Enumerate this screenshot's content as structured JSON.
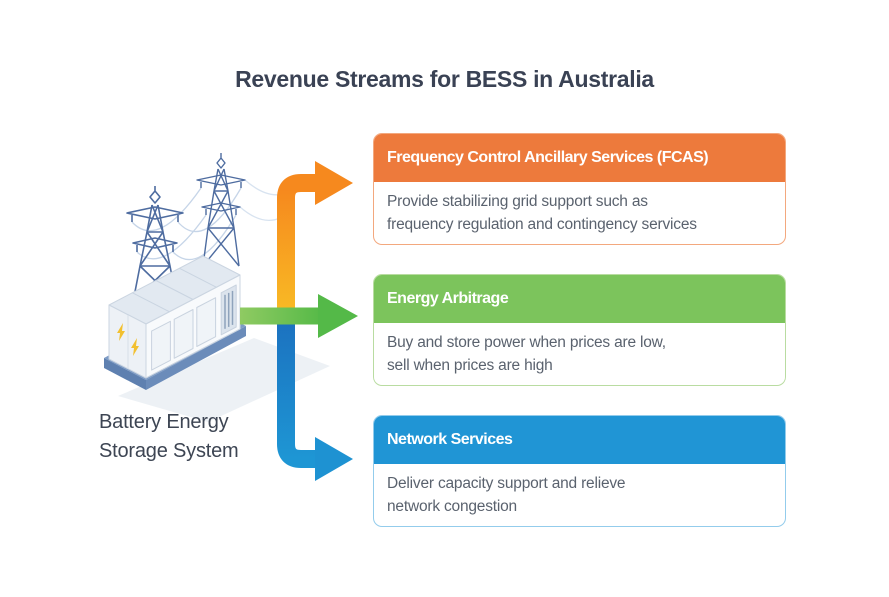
{
  "title": "Revenue Streams for BESS in Australia",
  "source": {
    "label": "Battery Energy Storage System"
  },
  "streams": [
    {
      "id": "fcas",
      "label": "Frequency Control Ancillary Services (FCAS)",
      "description": "Provide stabilizing grid support such as\nfrequency regulation and contingency services",
      "accent_color": "#ED7A3C",
      "border_color": "#F3A87E",
      "arrow_color": "#F6891E"
    },
    {
      "id": "energy-arbitrage",
      "label": "Energy Arbitrage",
      "description": "Buy and store power when prices are low,\nsell when prices are high",
      "accent_color": "#7CC45C",
      "border_color": "#B9DCA1",
      "arrow_color": "#57BA48"
    },
    {
      "id": "network-services",
      "label": "Network Services",
      "description": "Deliver capacity support and relieve\nnetwork congestion",
      "accent_color": "#2095D5",
      "border_color": "#93CCEC",
      "arrow_color": "#1C74C0"
    }
  ],
  "colors": {
    "background": "#FFFFFF",
    "title_text": "#3A4254",
    "header_text": "#FFFFFF",
    "body_text": "#5A626E",
    "label_text": "#3D4553",
    "arrow_orange": "#F6891E",
    "arrow_orange_light": "#F9BE25",
    "arrow_green": "#57BA48",
    "arrow_green_light": "#8FCA62",
    "arrow_blue": "#1C74C0",
    "arrow_blue_light": "#1E96D4",
    "tower_line": "#4E6CA0",
    "power_line": "#C6D5E8",
    "container_base": "#7E9CC6",
    "lightning_bolt": "#F2C030"
  }
}
